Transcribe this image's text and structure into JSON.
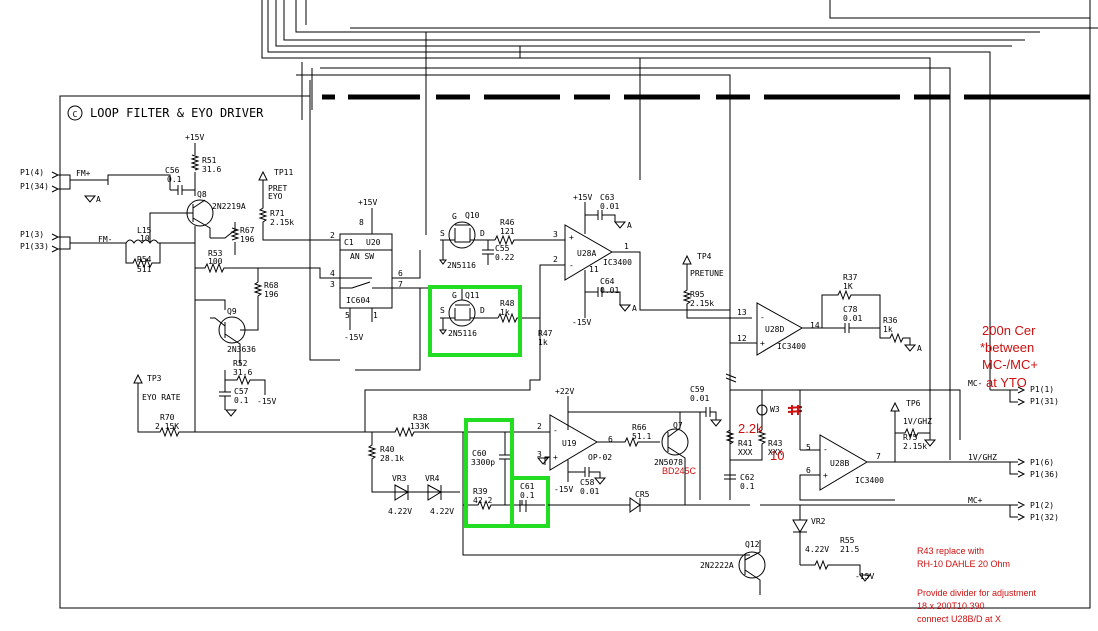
{
  "title": "LOOP FILTER & EYO DRIVER",
  "title_mark": "C",
  "rails": {
    "p15": "+15V",
    "m15": "-15V",
    "p22": "+22V"
  },
  "tps": {
    "tp11": "TP11",
    "pret": "PRET",
    "eyo": "EYO",
    "tp3": "TP3",
    "eyo_rate": "EYO RATE",
    "tp4": "TP4",
    "pretune": "PRETUNE",
    "tp6": "TP6",
    "vghz": "1V/GHZ"
  },
  "connectors": {
    "p1_4": "P1(4)",
    "p1_34": "P1(34)",
    "fm_plus": "FM+",
    "p1_3": "P1(3)",
    "p1_33": "P1(33)",
    "fm_minus": "FM-",
    "p1_1": "P1(1)",
    "p1_31": "P1(31)",
    "mc_minus": "MC-",
    "p1_6": "P1(6)",
    "p1_36": "P1(36)",
    "vghz_net": "1V/GHZ",
    "p1_2": "P1(2)",
    "p1_32": "P1(32)",
    "mc_plus": "MC+"
  },
  "parts": {
    "c56": "C56",
    "c56v": "0.1",
    "r51": "R51",
    "r51v": "31.6",
    "q8": "Q8",
    "q8t": "2N2219A",
    "r67": "R67",
    "r67v": "196",
    "l15": "L15",
    "l15v": "10",
    "r54": "R54",
    "r54v": "511",
    "r53": "R53",
    "r53v": "100",
    "r68": "R68",
    "r68v": "196",
    "q9": "Q9",
    "q9t": "2N3636",
    "r52": "R52",
    "r52v": "31.6",
    "c57": "C57",
    "c57v": "0.1",
    "r70": "R70",
    "r70v": "2.15K",
    "r71": "R71",
    "r71v": "2.15k",
    "u20": "U20",
    "answ": "AN SW",
    "ic604": "IC604",
    "c1": "C1",
    "q10": "Q10",
    "q10t": "2N5116",
    "r46": "R46",
    "r46v": "121",
    "c55": "C55",
    "c55v": "0.22",
    "c63": "C63",
    "c63v": "0.01",
    "u28a": "U28A",
    "ic3400": "IC3400",
    "c64": "C64",
    "c64v": "0.01",
    "q11": "Q11",
    "q11t": "2N5116",
    "r48": "R48",
    "r48v": "1k",
    "r47": "R47",
    "r47v": "1k",
    "r95": "R95",
    "r95v": "2.15k",
    "u28d": "U28D",
    "r37": "R37",
    "r37v": "1K",
    "c78": "C78",
    "c78v": "0.01",
    "r36": "R36",
    "r36v": "1k",
    "r38": "R38",
    "r38v": "133K",
    "r40": "R40",
    "r40v": "28.1k",
    "vr3": "VR3",
    "vr4": "VR4",
    "vz": "4.22V",
    "c60": "C60",
    "c60v": "3300p",
    "r39": "R39",
    "r39v": "42.2",
    "c61": "C61",
    "c61v": "0.1",
    "u19": "U19",
    "u19t": "OP-02",
    "c58": "C58",
    "c58v": "0.01",
    "r66": "R66",
    "r66v": "51.1",
    "q7": "Q7",
    "q7t": "2N5078",
    "c59": "C59",
    "c59v": "0.01",
    "cr5": "CR5",
    "r41": "R41",
    "r41v": "XXX",
    "w3": "W3",
    "r43": "R43",
    "r43v": "XXX",
    "c62": "C62",
    "c62v": "0.1",
    "u28b": "U28B",
    "r75": "R75",
    "r75v": "2.15k",
    "vr2": "VR2",
    "q12": "Q12",
    "q12t": "2N2222A",
    "r55": "R55",
    "r55v": "21.5"
  },
  "pins": {
    "n1": "1",
    "n2": "2",
    "n3": "3",
    "n4": "4",
    "n5": "5",
    "n6": "6",
    "n7": "7",
    "n8": "8",
    "n11": "11",
    "n12": "12",
    "n13": "13",
    "n14": "14",
    "g": "G",
    "s": "S",
    "d": "D",
    "plus": "+",
    "minus": "-",
    "a": "A"
  },
  "notes": {
    "cap_line1": "200n Cer",
    "cap_line2": "*between",
    "cap_line3": "MC-/MC+",
    "cap_line4": "at YTO",
    "val_2k2": "2.2k",
    "val_10": "10",
    "bd245c": "BD245C",
    "r43_line1": "R43 replace with",
    "r43_line2": "RH-10 DAHLE 20 Ohm",
    "div_line1": "Provide divider for adjustment",
    "div_line2": "18 x 200T10 390",
    "div_line3": "connect U28B/D at X"
  },
  "colors": {
    "wire": "#000000",
    "highlight": "#22dd22",
    "annotation": "#cc1111"
  }
}
